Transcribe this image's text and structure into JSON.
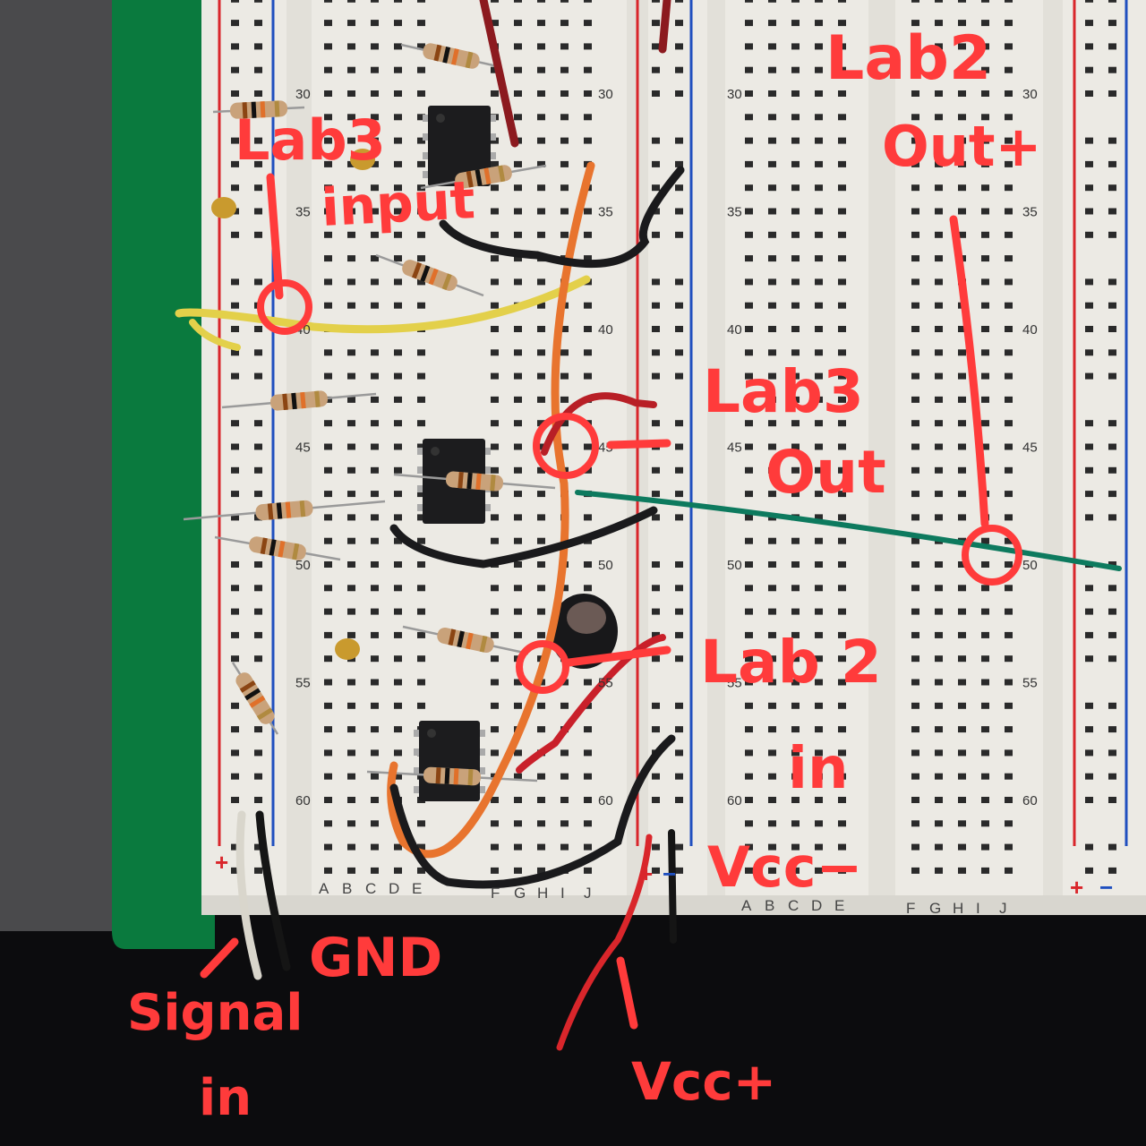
{
  "photo": {
    "subject": "breadboard circuit with op-amp stages",
    "colors": {
      "annotation": "#ff3b3b",
      "board": "#eceae4",
      "mat_green": "#0a7a3e",
      "background_felt": "#4a4a4c",
      "rail_positive": "#d9262b",
      "rail_negative": "#1f4fbf",
      "ic_body": "#1c1c1e"
    }
  },
  "breadboard": {
    "row_numbers": [
      "30",
      "35",
      "40",
      "45",
      "50",
      "55",
      "60"
    ],
    "column_letters_left": [
      "A",
      "B",
      "C",
      "D",
      "E"
    ],
    "column_letters_right": [
      "F",
      "G",
      "H",
      "I",
      "J"
    ],
    "rail_signs": {
      "plus": "+",
      "minus": "−"
    }
  },
  "annotations": {
    "lab3_input": [
      "Lab3",
      "input"
    ],
    "lab2_output": [
      "Lab2",
      "Out+"
    ],
    "lab3_output": [
      "Lab3",
      "Out"
    ],
    "lab2_input": [
      "Lab 2",
      "in"
    ],
    "vcc_minus": "Vcc−",
    "gnd": "GND",
    "signal_in": [
      "Signal",
      "in"
    ],
    "vcc_plus": "Vcc+"
  }
}
